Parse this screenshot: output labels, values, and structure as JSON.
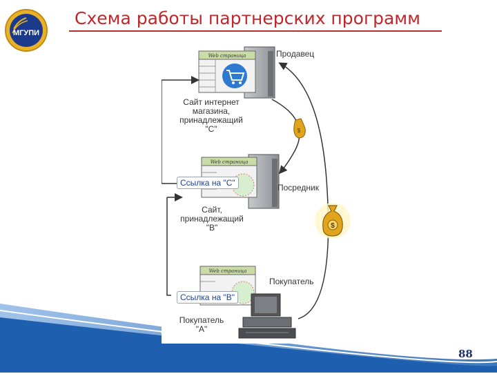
{
  "slide": {
    "title": "Схема работы партнерских программ",
    "page_number": "88"
  },
  "logo": {
    "text": "МГУПИ"
  },
  "diagram": {
    "web_page_label": "Web страница",
    "seller": {
      "role": "Продавец",
      "caption": [
        "Сайт интернет",
        "магазина,",
        "принадлежащий",
        "\"С\""
      ]
    },
    "intermediary": {
      "role": "Посредник",
      "link": "Ссылка на \"С\"",
      "caption": [
        "Сайт,",
        "принадлежащий",
        "\"В\""
      ]
    },
    "buyer": {
      "role": "Покупатель",
      "link": "Ссылка на \"В\"",
      "caption": [
        "Покупатель",
        "\"А\""
      ]
    },
    "money_icon": "dollar-money-bag-icon",
    "cart_icon": "shopping-cart-icon"
  },
  "colors": {
    "title": "#c0262a",
    "footer_wave": "#1f5fb0",
    "page_number": "#1a2f6e",
    "money_bag": "#e0a51c"
  }
}
